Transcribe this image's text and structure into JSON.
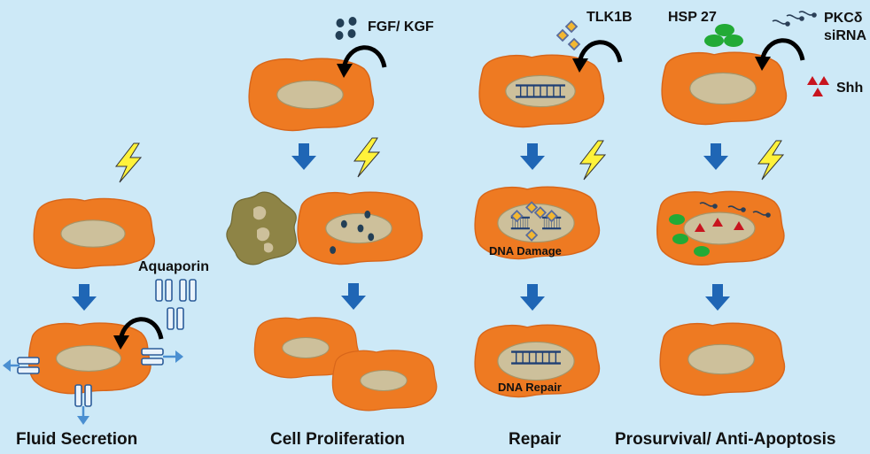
{
  "panels": {
    "fluid": {
      "title": "Fluid Secretion",
      "factor": "Aquaporin"
    },
    "proliferation": {
      "title": "Cell Proliferation",
      "factor": "FGF/ KGF"
    },
    "repair": {
      "title": "Repair",
      "factor": "TLK1B",
      "damage_label": "DNA Damage",
      "repair_label": "DNA Repair"
    },
    "antiapoptosis": {
      "title": "Prosurvival/ Anti-Apoptosis",
      "factor_hsp": "HSP 27",
      "factor_pkc_1": "PKCδ",
      "factor_pkc_2": "siRNA",
      "factor_shh": "Shh"
    }
  },
  "colors": {
    "background": "#cde9f7",
    "cell": "#ee7a22",
    "cell_edge": "#d8661a",
    "nucleus": "#cdc09b",
    "arrow": "#1f66b5",
    "bolt": "#fff23a",
    "growth_factor": "#233f56",
    "hsp": "#22aa36",
    "shh": "#c8141e",
    "damaged_cell": "#8e8446"
  }
}
